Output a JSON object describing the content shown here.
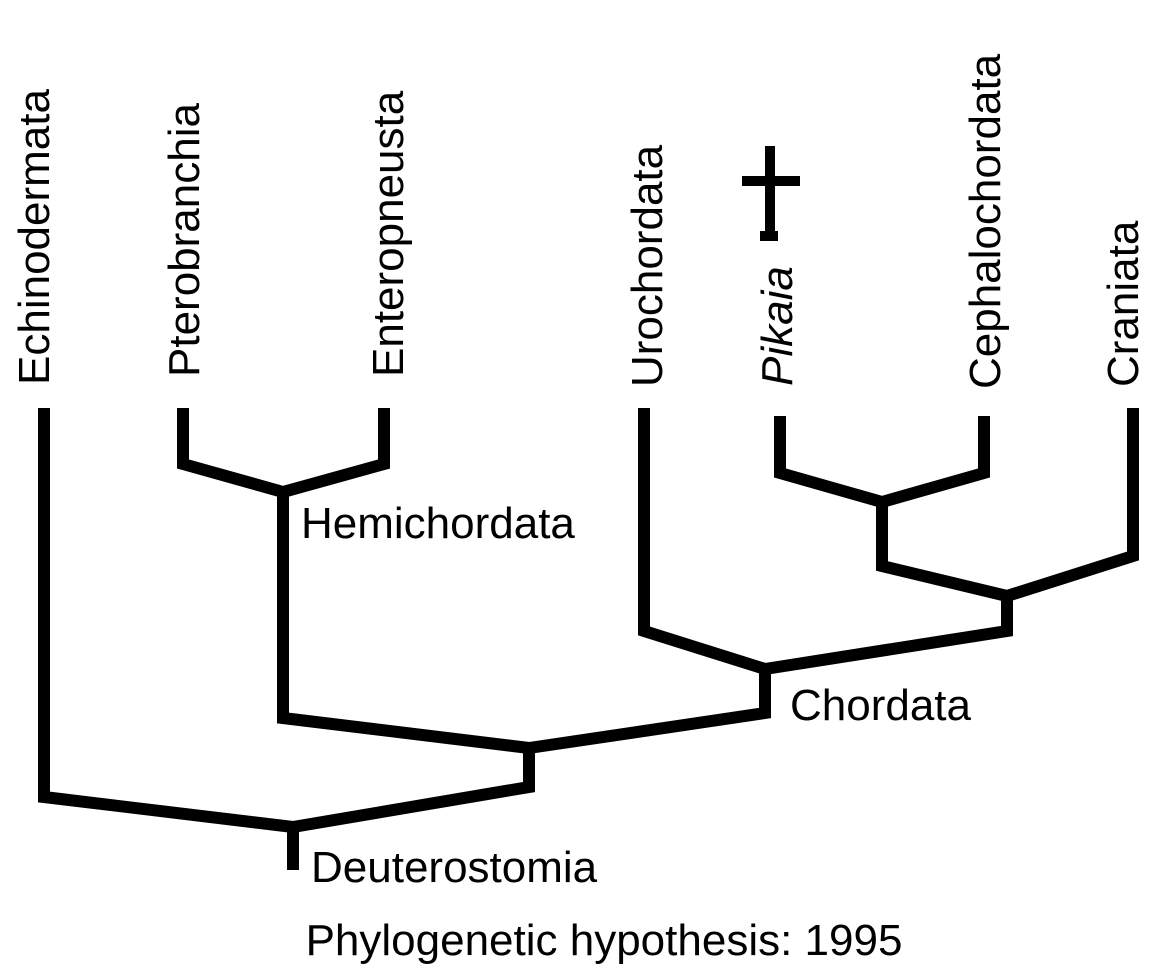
{
  "taxa": {
    "echinodermata": "Echinodermata",
    "pterobranchia": "Pterobranchia",
    "enteropneusta": "Enteropneusta",
    "urochordata": "Urochordata",
    "pikaia": "Pikaia",
    "cephalochordata": "Cephalochordata",
    "craniata": "Craniata"
  },
  "clades": {
    "hemichordata": "Hemichordata",
    "chordata": "Chordata",
    "deuterostomia": "Deuterostomia"
  },
  "extinct_marker": "dagger-icon",
  "caption": "Phylogenetic hypothesis: 1995"
}
